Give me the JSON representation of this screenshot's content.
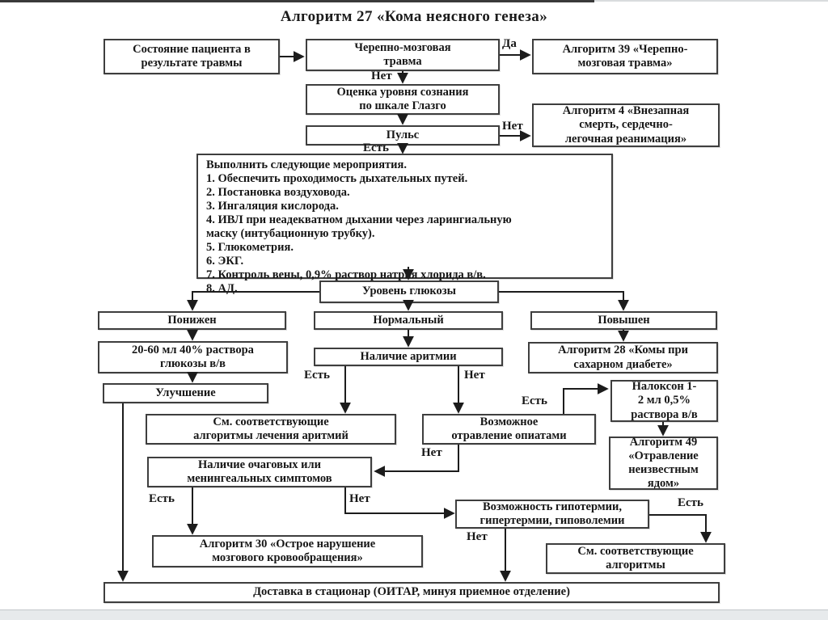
{
  "title": "Алгоритм 27 «Кома неясного генеза»",
  "labels": {
    "yes": "Да",
    "no": "Нет",
    "present": "Есть"
  },
  "nodes": {
    "patient_state": "Состояние пациента в\nрезультате травмы",
    "tbi": "Черепно-мозговая\nтравма",
    "alg39": "Алгоритм 39 «Черепно-\nмозговая травма»",
    "glasgow": "Оценка уровня сознания\nпо шкале Глазго",
    "pulse": "Пульс",
    "alg4": "Алгоритм 4 «Внезапная\nсмерть, сердечно-\nлегочная реанимация»",
    "measures": "Выполнить следующие мероприятия.\n1. Обеспечить проходимость дыхательных путей.\n2. Постановка воздуховода.\n3. Ингаляция кислорода.\n4. ИВЛ при неадекватном дыхании через ларингиальную\nмаску (интубационную трубку).\n5. Глюкометрия.\n6. ЭКГ.\n7. Контроль вены, 0,9% раствор натрия хлорида в/в.\n8. АД.",
    "glucose_level": "Уровень глюкозы",
    "low": "Понижен",
    "normal": "Нормальный",
    "high": "Повышен",
    "glucose_solution": "20-60 мл 40% раствора\nглюкозы в/в",
    "improvement": "Улучшение",
    "arrhythmia": "Наличие аритмии",
    "alg28": "Алгоритм 28 «Комы при\nсахарном диабете»",
    "naloxone": "Налоксон 1-\n2 мл 0,5%\nраствора в/в",
    "see_arrhythmia_algorithms": "См. соответствующие\nалгоритмы лечения аритмий",
    "opiate_poisoning": "Возможное\nотравление опиатами",
    "alg49": "Алгоритм 49\n«Отравление\nнеизвестным\nядом»",
    "focal_symptoms": "Наличие очаговых или\nменингеальных симптомов",
    "hypothermia": "Возможность гипотермии,\nгипертермии, гиповолемии",
    "alg30": "Алгоритм 30 «Острое нарушение\nмозгового кровообращения»",
    "see_algorithms": "См. соответствующие\nалгоритмы",
    "hospital": "Доставка в стационар (ОИТАР, минуя приемное отделение)"
  },
  "colors": {
    "line": "#1c1c1c",
    "box_border": "#3e3e3e",
    "background": "#ffffff",
    "bottom_band": "#e7eaec"
  }
}
